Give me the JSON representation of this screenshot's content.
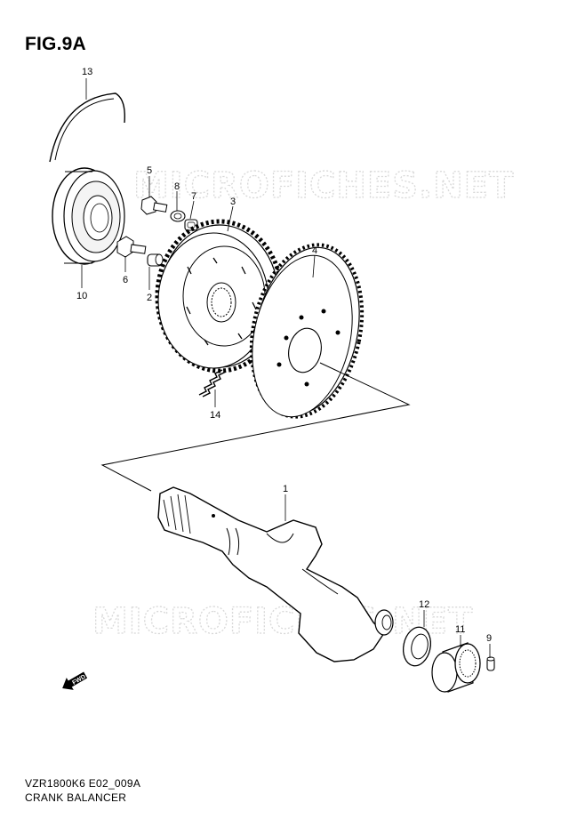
{
  "figure": {
    "title": "FIG.9A",
    "model_code": "VZR1800K6 E02_009A",
    "section_name": "CRANK BALANCER"
  },
  "watermark": {
    "text": "MICROFICHES.NET"
  },
  "fwd_arrow": {
    "label": "FWD"
  },
  "callouts": [
    {
      "ref": "13"
    },
    {
      "ref": "5"
    },
    {
      "ref": "8"
    },
    {
      "ref": "7"
    },
    {
      "ref": "3"
    },
    {
      "ref": "4"
    },
    {
      "ref": "6"
    },
    {
      "ref": "2"
    },
    {
      "ref": "10"
    },
    {
      "ref": "14"
    },
    {
      "ref": "1"
    },
    {
      "ref": "12"
    },
    {
      "ref": "11"
    },
    {
      "ref": "9"
    }
  ]
}
